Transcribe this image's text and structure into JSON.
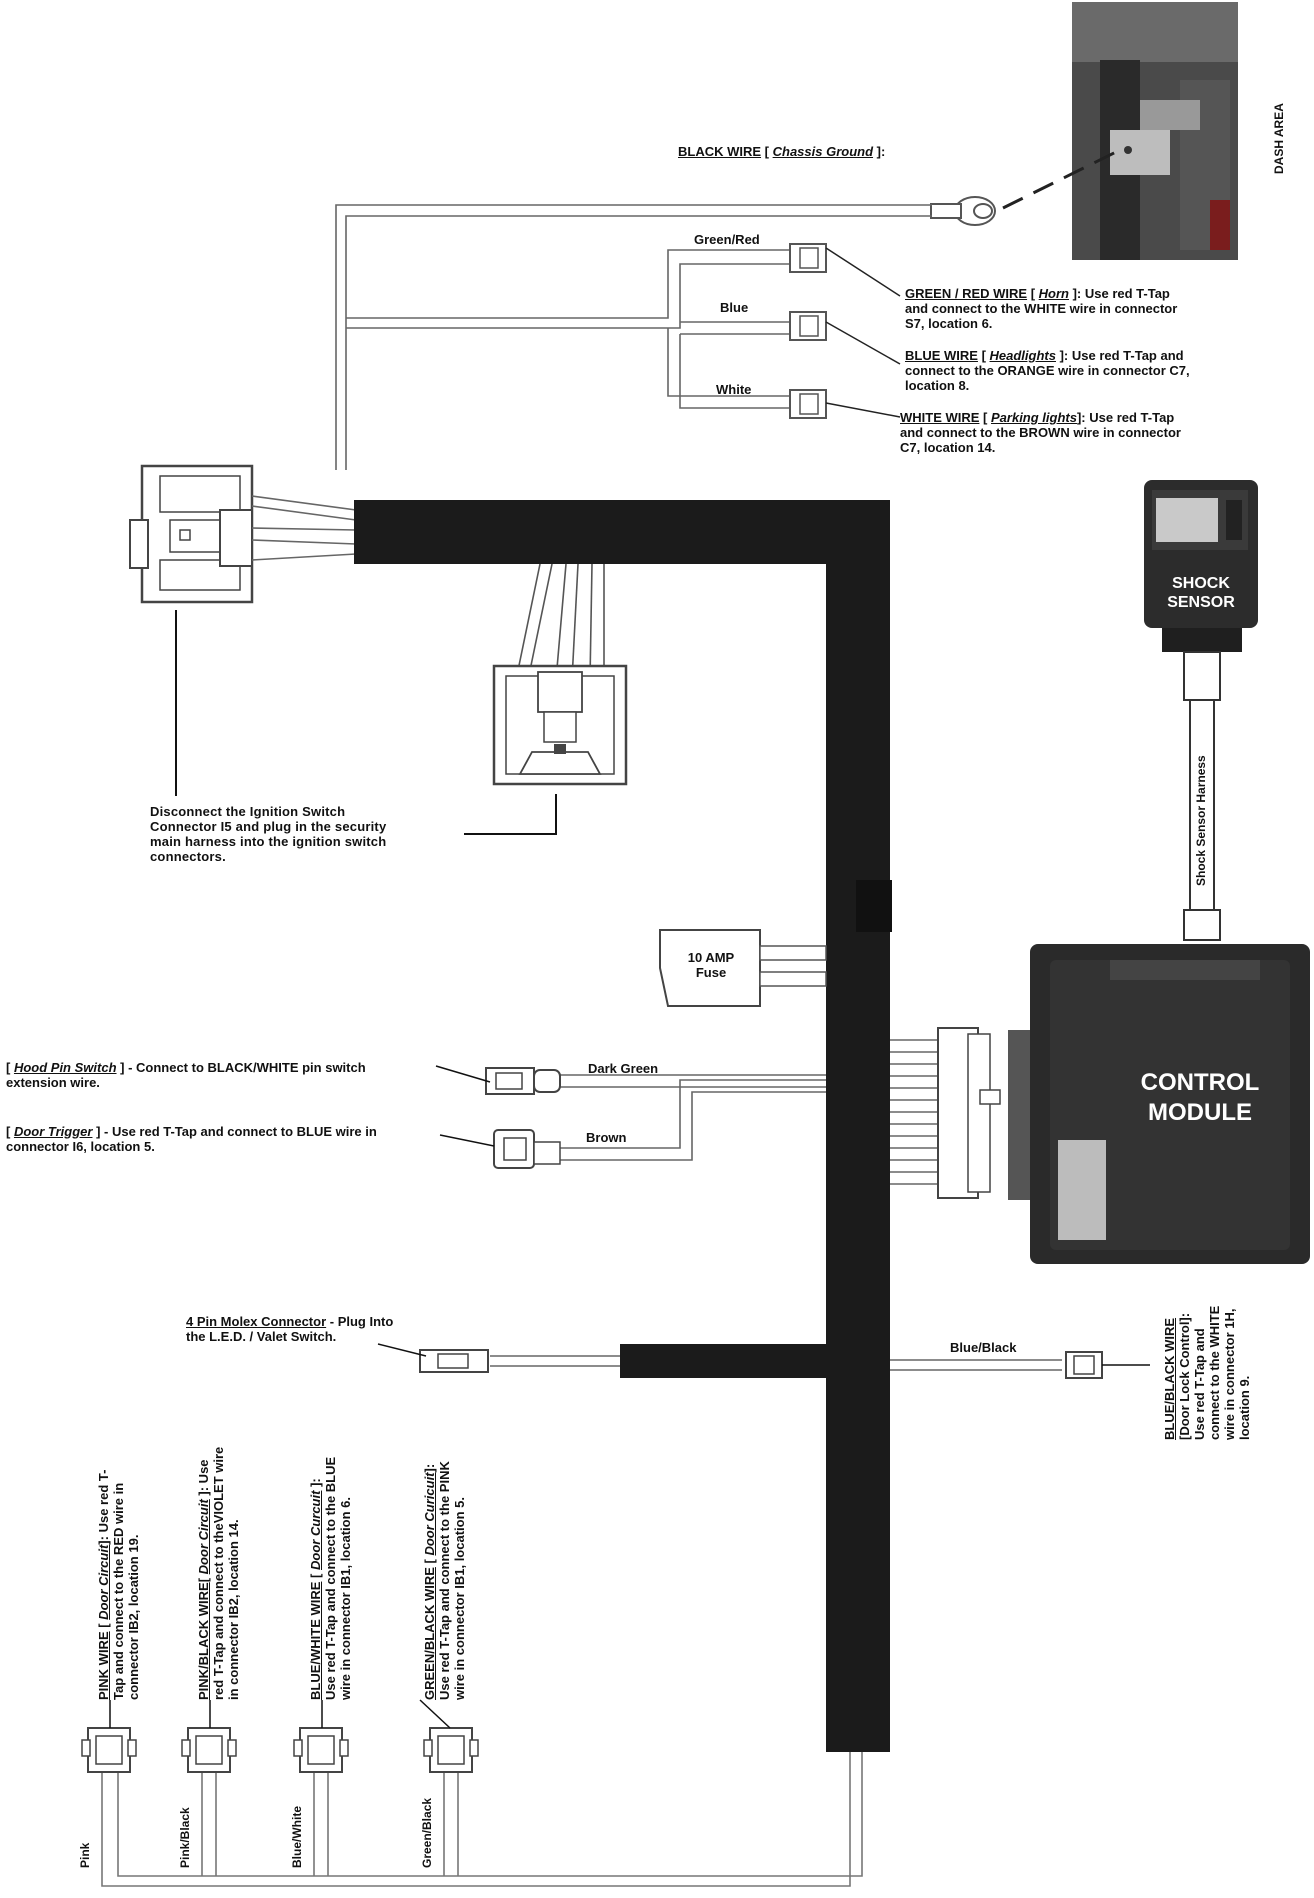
{
  "dash_area": "DASH AREA",
  "black_wire": {
    "pre": "BLACK WIRE",
    "open": " [ ",
    "italic": "Chassis Ground",
    "close": " ]:"
  },
  "wire_labels": {
    "green_red": "Green/Red",
    "blue": "Blue",
    "white": "White",
    "dark_green": "Dark Green",
    "brown": "Brown",
    "blue_black": "Blue/Black",
    "pink": "Pink",
    "pink_black": "Pink/Black",
    "blue_white": "Blue/White",
    "green_black": "Green/Black"
  },
  "horn": {
    "pre": "GREEN / RED WIRE",
    "open": " [ ",
    "italic": "Horn",
    "rest1": " ]: Use red T-Tap",
    "line2": "and connect to the WHITE wire in connector",
    "line3": "S7, location 6."
  },
  "headlights": {
    "pre": "BLUE WIRE",
    "open": " [ ",
    "italic": "Headlights",
    "rest1": " ]: Use red T-Tap and",
    "line2": "connect to the ORANGE wire in connector C7,",
    "line3": "location 8."
  },
  "parking": {
    "pre": "WHITE WIRE",
    "open": " [ ",
    "italic": "Parking lights",
    "rest1": "]: Use red T-Tap",
    "line2": "and connect to the BROWN wire in connector",
    "line3": "C7, location 14."
  },
  "shock_sensor": {
    "line1": "SHOCK",
    "line2": "SENSOR",
    "harness": "Shock Sensor Harness"
  },
  "ignition": {
    "line1": "Disconnect   the  Ignition  Switch",
    "line2": "Connector  I5  and plug in the security",
    "line3": "main harness into the ignition switch",
    "line4": "connectors."
  },
  "fuse": {
    "line1": "10 AMP",
    "line2": "Fuse"
  },
  "control_module": {
    "line1": "CONTROL",
    "line2": "MODULE"
  },
  "hood_pin": {
    "open": "[ ",
    "italic": "Hood Pin Switch",
    "rest1": " ] - Connect to BLACK/WHITE pin switch",
    "line2": "extension wire."
  },
  "door_trigger": {
    "open": "[ ",
    "italic": "Door Trigger",
    "rest1": " ] - Use red T-Tap and connect to BLUE wire in",
    "line2": "connector  I6, location 5."
  },
  "molex": {
    "u": "4 Pin Molex Connector",
    "rest1": " - Plug Into",
    "line2": "the L.E.D. / Valet Switch."
  },
  "door_lock": {
    "u": "BLUE/BLACK  WIRE",
    "line2": "[Door Lock Control]:",
    "line3": "Use  red  T-Tap  and",
    "line4": "connect to the WHITE",
    "line5": "wire in connector 1H,",
    "line6": "location 9."
  },
  "pink_note": {
    "u": "PINK  WIRE",
    "open": " [ ",
    "italic": "Door Circuit",
    "rest1": "]: Use red T-",
    "line2": "Tap and connect to  the  RED wire in",
    "line3": "connector IB2, location 19."
  },
  "pinkblack_note": {
    "u": "PINK/BLACK WIRE",
    "open": "[ ",
    "italic": "Door Circuit",
    "rest1": " ]: Use",
    "line2": "red T-Tap and connect to theVIOLET wire",
    "line3": "in connector IB2,  location 14."
  },
  "bluewhite_note": {
    "u": "BLUE/WHITE WIRE",
    "open": " [ ",
    "italic": "Door Curcuit",
    "rest1": " ]:",
    "line2": "Use red T-Tap and connect to the BLUE",
    "line3": "wire in connector IB1, location 6."
  },
  "greenblack_note": {
    "u": "GREEN/BLACK WIRE",
    "open": " [ ",
    "italic": "Door Curicuit",
    "rest1": "]:",
    "line2": "Use red T-Tap and connect to the PINK",
    "line3": "wire  in  connector IB1, location 5."
  },
  "colors": {
    "harness": "#1b1b1b",
    "wire": "#888888",
    "module": "#2a2a2a",
    "photo": "#3a3a3a"
  }
}
